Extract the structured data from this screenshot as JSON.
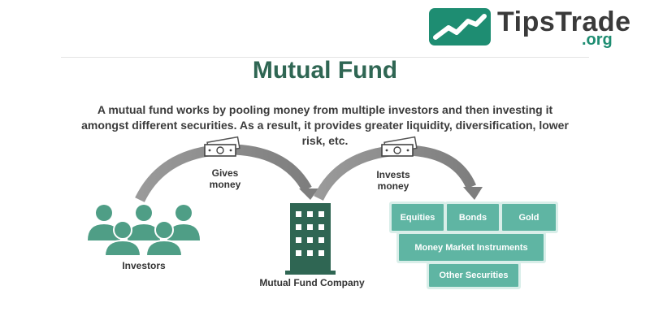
{
  "brand": {
    "name": "TipsTrade",
    "suffix": ".org",
    "color": "#1e8d72"
  },
  "title": "Mutual Fund",
  "description": "A mutual fund works by pooling money from multiple investors and then investing it amongst different securities. As a result, it provides greater liquidity, diversification, lower risk, etc.",
  "flow": {
    "investors_label": "Investors",
    "gives_label": [
      "Gives",
      "money"
    ],
    "company_label": "Mutual Fund Company",
    "invests_label": [
      "Invests",
      "money"
    ]
  },
  "assets": {
    "equities": "Equities",
    "bonds": "Bonds",
    "gold": "Gold",
    "money_market": "Money Market Instruments",
    "other": "Other Securities"
  },
  "colors": {
    "accent": "#5fb5a3",
    "dark": "#3a3a3a",
    "title": "#2f6653",
    "arrow": "#8c8c8c"
  }
}
